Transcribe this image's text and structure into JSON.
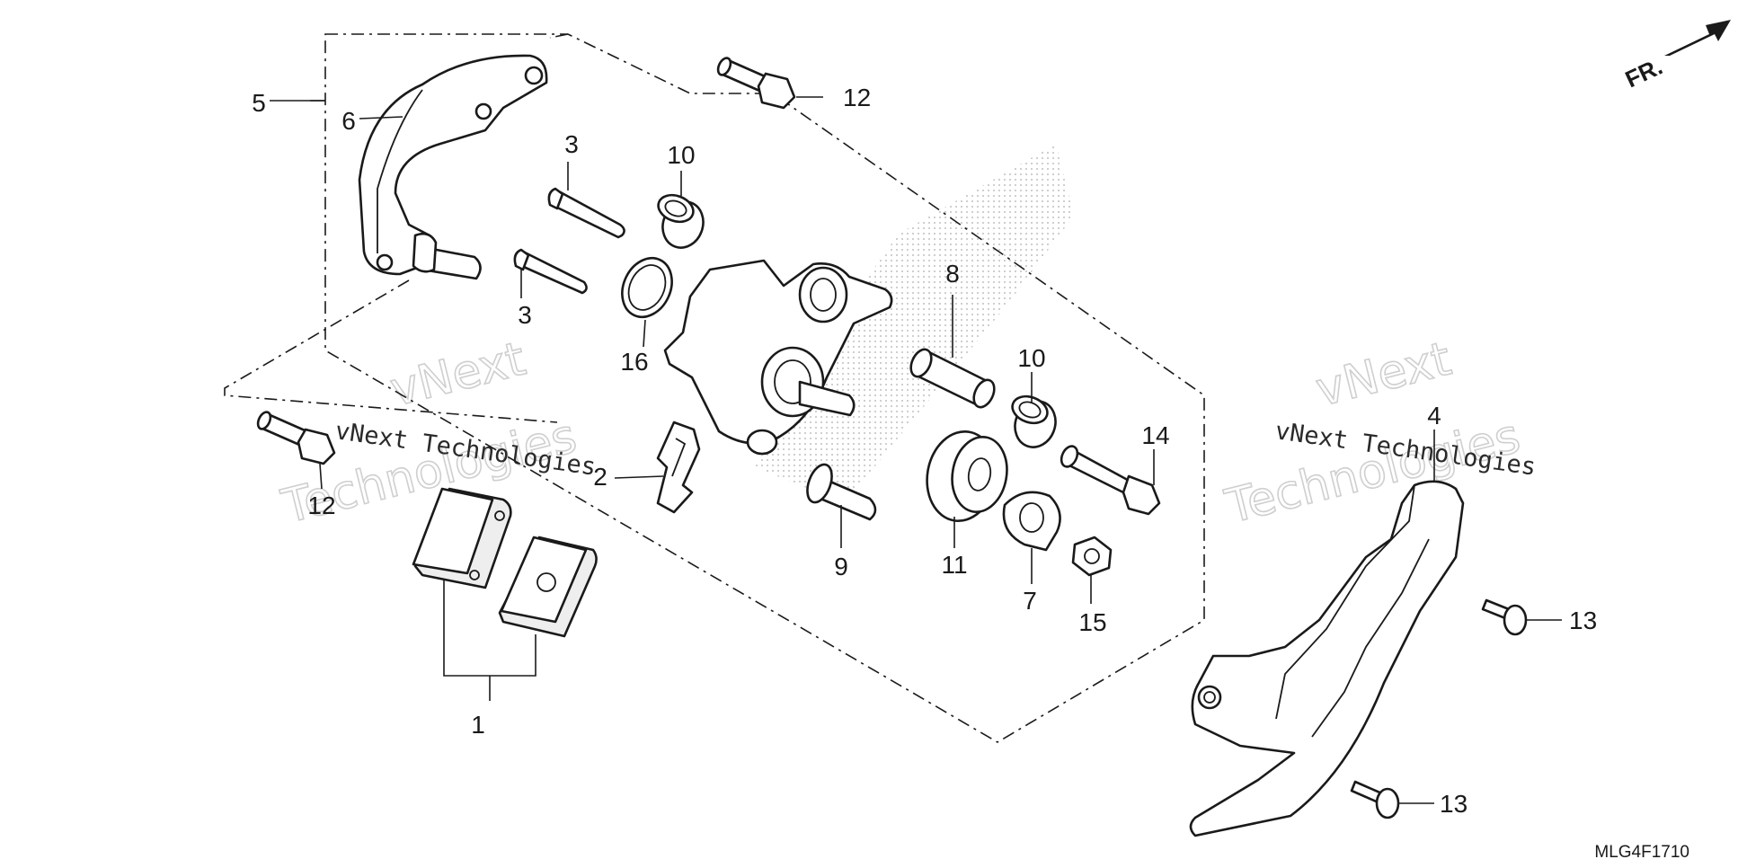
{
  "diagram": {
    "callouts": [
      {
        "key": "c1",
        "text": "1"
      },
      {
        "key": "c2",
        "text": "2"
      },
      {
        "key": "c3a",
        "text": "3"
      },
      {
        "key": "c3b",
        "text": "3"
      },
      {
        "key": "c4",
        "text": "4"
      },
      {
        "key": "c5",
        "text": "5"
      },
      {
        "key": "c6",
        "text": "6"
      },
      {
        "key": "c7",
        "text": "7"
      },
      {
        "key": "c8",
        "text": "8"
      },
      {
        "key": "c9",
        "text": "9"
      },
      {
        "key": "c10a",
        "text": "10"
      },
      {
        "key": "c10b",
        "text": "10"
      },
      {
        "key": "c11",
        "text": "11"
      },
      {
        "key": "c12a",
        "text": "12"
      },
      {
        "key": "c12b",
        "text": "12"
      },
      {
        "key": "c13a",
        "text": "13"
      },
      {
        "key": "c13b",
        "text": "13"
      },
      {
        "key": "c14",
        "text": "14"
      },
      {
        "key": "c15",
        "text": "15"
      },
      {
        "key": "c16",
        "text": "16"
      }
    ],
    "direction_label": "FR.",
    "diagram_code": "MLG4F1710"
  },
  "watermark": {
    "line1": "vNext",
    "line2": "Technologies",
    "small": "vNext Technologies"
  }
}
